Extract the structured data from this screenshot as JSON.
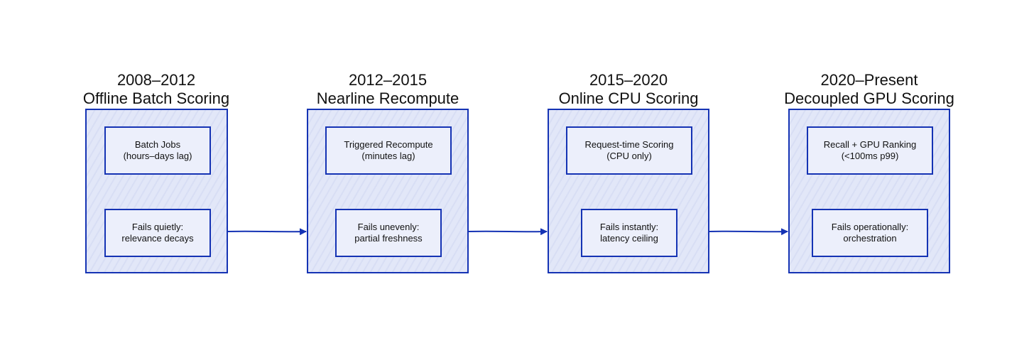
{
  "stages": [
    {
      "years": "2008–2012",
      "name": "Offline Batch Scoring",
      "top": [
        "Batch Jobs",
        "(hours–days lag)"
      ],
      "bottom": [
        "Fails quietly:",
        "relevance decays"
      ]
    },
    {
      "years": "2012–2015",
      "name": "Nearline Recompute",
      "top": [
        "Triggered Recompute",
        "(minutes lag)"
      ],
      "bottom": [
        "Fails unevenly:",
        "partial freshness"
      ]
    },
    {
      "years": "2015–2020",
      "name": "Online CPU Scoring",
      "top": [
        "Request-time Scoring",
        "(CPU only)"
      ],
      "bottom": [
        "Fails instantly:",
        "latency ceiling"
      ]
    },
    {
      "years": "2020–Present",
      "name": "Decoupled GPU Scoring",
      "top": [
        "Recall + GPU Ranking",
        "(<100ms p99)"
      ],
      "bottom": [
        "Fails operationally:",
        "orchestration"
      ]
    }
  ],
  "colors": {
    "stroke": "#1533b4",
    "panel_fill": "#e2e7f8",
    "box_fill": "#eceffb"
  }
}
